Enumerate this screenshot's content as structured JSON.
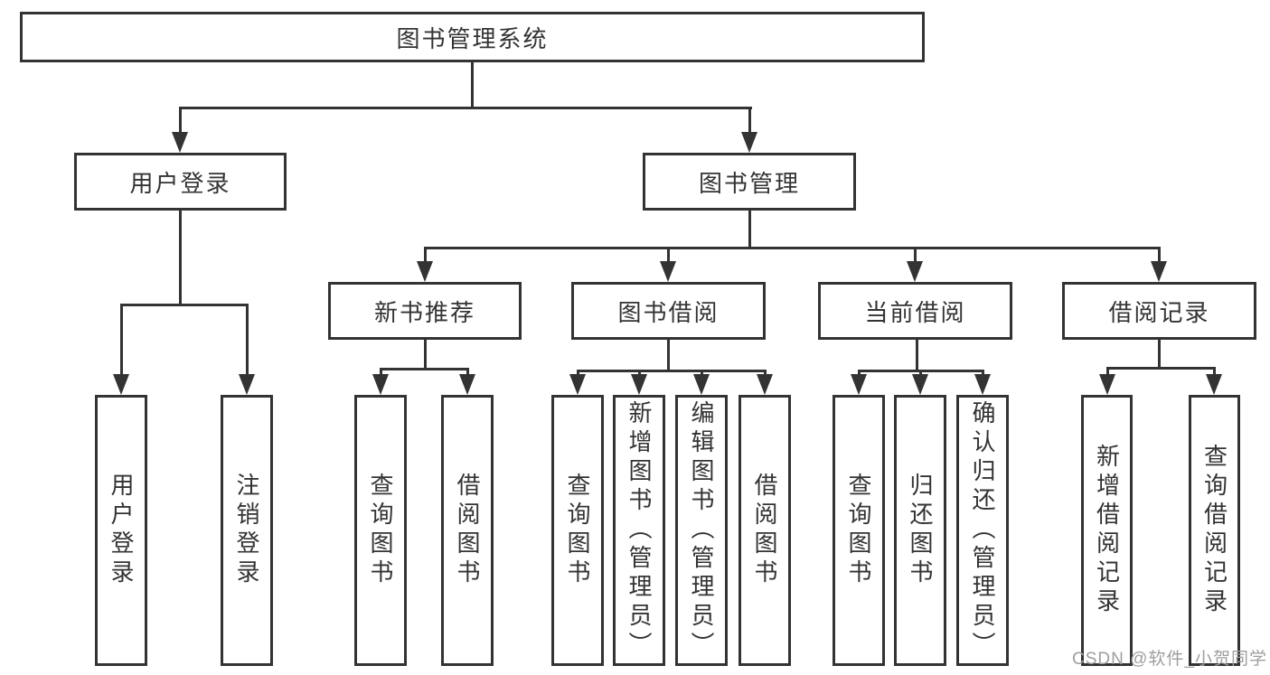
{
  "colors": {
    "line": "#333333",
    "box_border": "#333333",
    "box_background": "#ffffff",
    "text": "#333333",
    "watermark": "#9e9e9e"
  },
  "watermark": {
    "text": "CSDN @软件_小贺同学"
  },
  "tree": {
    "root": {
      "label": "图书管理系统"
    },
    "branches": [
      {
        "label": "用户登录",
        "leaves": [
          {
            "label": "用户登录"
          },
          {
            "label": "注销登录"
          }
        ]
      },
      {
        "label": "图书管理",
        "groups": [
          {
            "label": "新书推荐",
            "leaves": [
              {
                "label": "查询图书"
              },
              {
                "label": "借阅图书"
              }
            ]
          },
          {
            "label": "图书借阅",
            "leaves": [
              {
                "label": "查询图书"
              },
              {
                "label": "新增图书（管理员）"
              },
              {
                "label": "编辑图书（管理员）"
              },
              {
                "label": "借阅图书"
              }
            ]
          },
          {
            "label": "当前借阅",
            "leaves": [
              {
                "label": "查询图书"
              },
              {
                "label": "归还图书"
              },
              {
                "label": "确认归还（管理员）"
              }
            ]
          },
          {
            "label": "借阅记录",
            "leaves": [
              {
                "label": "新增借阅记录"
              },
              {
                "label": "查询借阅记录"
              }
            ]
          }
        ]
      }
    ]
  }
}
